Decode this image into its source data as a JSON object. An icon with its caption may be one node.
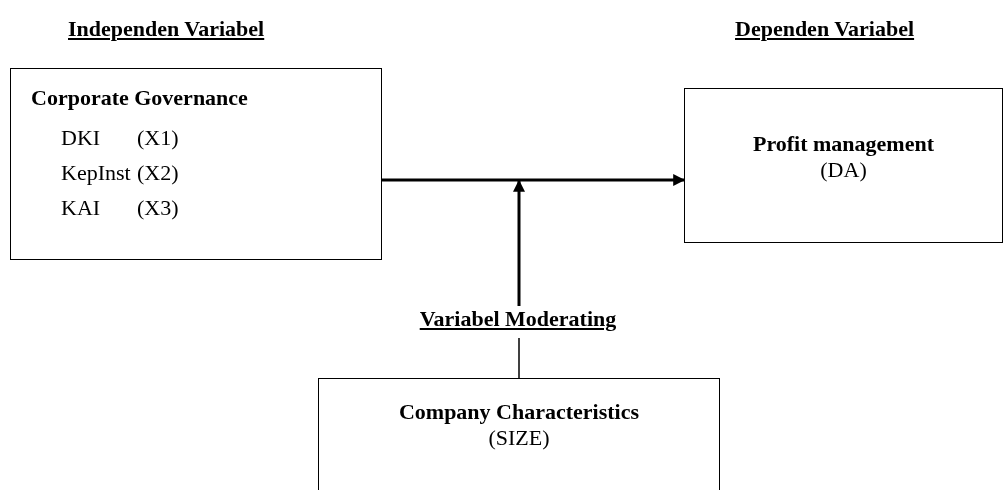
{
  "diagram": {
    "nodes": [
      {
        "text": [
          "Corporate Governance",
          "DKI",
          "(X1)",
          "KepInst",
          "(X2)",
          "KAI",
          "(X3)"
        ]
      },
      {
        "text": [
          "Profit management",
          "(DA)"
        ]
      },
      {
        "text": [
          "Variabel Moderating"
        ]
      },
      {
        "text": [
          "Company Characteristics",
          "(SIZE)"
        ]
      }
    ],
    "edges": [
      {
        "from": 0,
        "to": 1,
        "arrow": "to"
      },
      {
        "from": 2,
        "to": null,
        "arrow": "to"
      },
      {
        "from": 3,
        "to": 2,
        "arrow": "none"
      }
    ],
    "labels": [
      "Independen Variabel",
      "Dependen Variabel"
    ]
  }
}
